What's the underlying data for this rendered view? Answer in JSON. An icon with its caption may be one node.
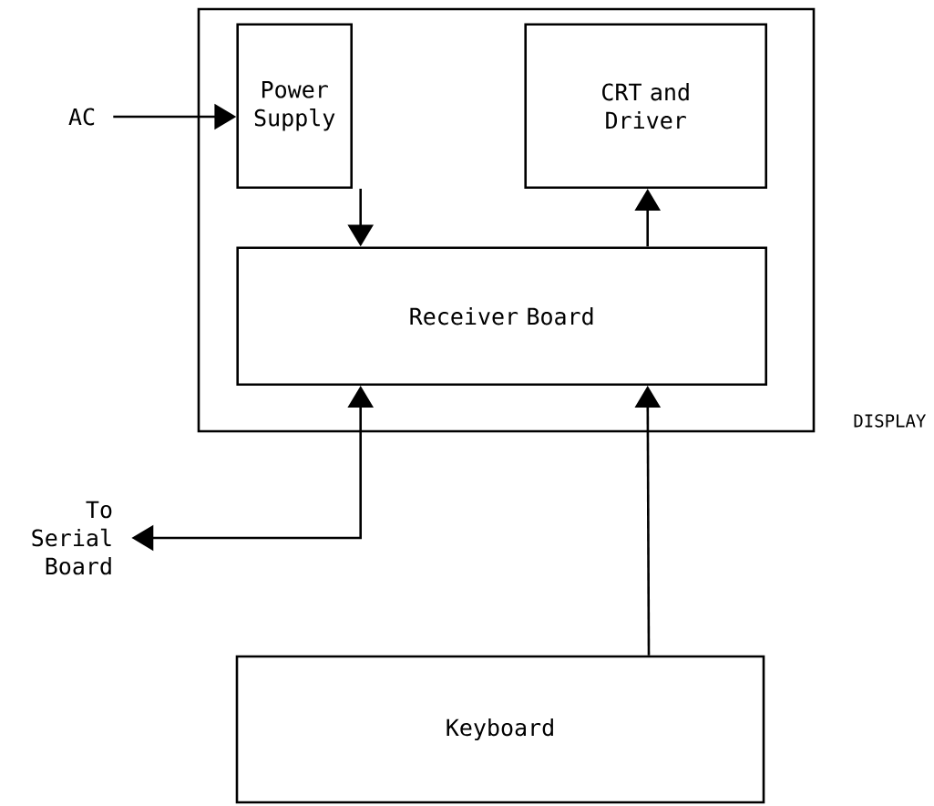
{
  "diagram": {
    "nodes": [
      {
        "text": [
          "DISPLAY"
        ]
      },
      {
        "text": [
          "Power Supply"
        ],
        "in": 0
      },
      {
        "text": [
          "CRT and Driver"
        ],
        "in": 0
      },
      {
        "text": [
          "Receiver Board"
        ],
        "in": 0
      },
      {
        "text": [
          "Keyboard"
        ]
      },
      {
        "text": [
          "AC"
        ]
      },
      {
        "text": [
          "To Serial Board"
        ]
      }
    ],
    "edges": [
      {
        "from": 5,
        "to": 1,
        "arrow": "to"
      },
      {
        "from": 1,
        "to": 3,
        "arrow": "to"
      },
      {
        "from": 3,
        "to": 2,
        "arrow": "to"
      },
      {
        "from": 3,
        "to": 6,
        "arrow": "both"
      },
      {
        "from": 4,
        "to": 3,
        "arrow": "to"
      }
    ]
  }
}
